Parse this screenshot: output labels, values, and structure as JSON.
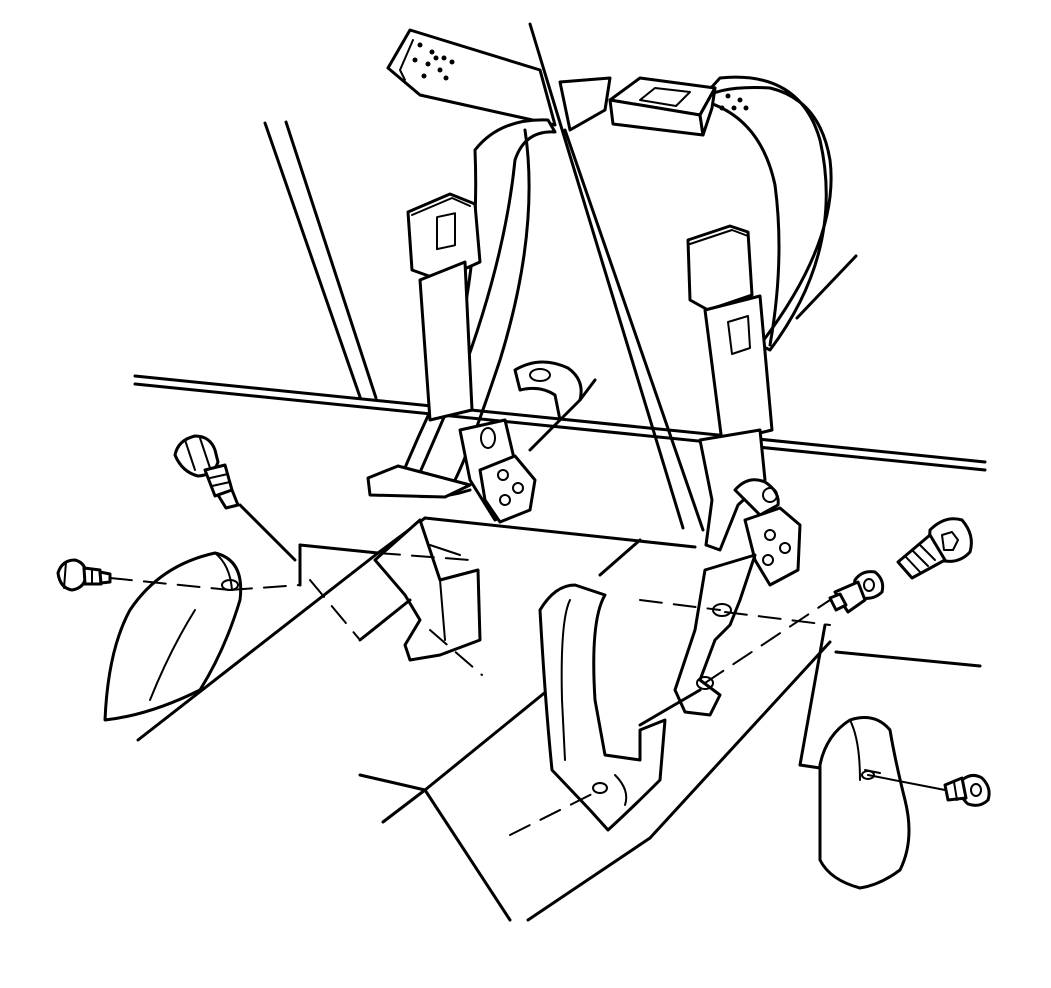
{
  "diagram": {
    "components": [
      {
        "id": "shoulder-belt-webbing",
        "icon": "belt-webbing-icon"
      },
      {
        "id": "belt-buckle-latch",
        "icon": "buckle-latch-icon"
      },
      {
        "id": "left-buckle-stalk",
        "icon": "buckle-stalk-icon"
      },
      {
        "id": "right-buckle-stalk",
        "icon": "buckle-stalk-icon"
      },
      {
        "id": "left-anchor-bracket",
        "icon": "anchor-bracket-icon"
      },
      {
        "id": "right-anchor-bracket",
        "icon": "anchor-bracket-icon"
      },
      {
        "id": "left-trim-cover",
        "icon": "trim-cover-icon"
      },
      {
        "id": "right-trim-cover",
        "icon": "trim-cover-icon"
      },
      {
        "id": "left-shoulder-bolt",
        "icon": "bolt-icon"
      },
      {
        "id": "left-cover-screw",
        "icon": "screw-icon"
      },
      {
        "id": "right-anchor-bolt",
        "icon": "bolt-icon"
      },
      {
        "id": "spacer-bushing",
        "icon": "bushing-icon"
      },
      {
        "id": "right-cover-screw",
        "icon": "screw-icon"
      },
      {
        "id": "seat-frame",
        "icon": "seat-frame-icon"
      }
    ]
  }
}
